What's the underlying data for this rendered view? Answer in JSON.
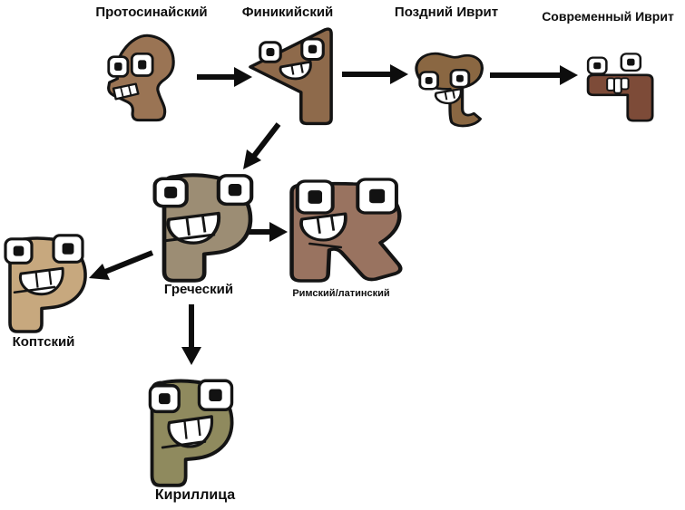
{
  "diagram": {
    "background": "#ffffff",
    "outline_color": "#141414",
    "eye_white": "#ffffff",
    "pupil_color": "#121212",
    "tooth_color": "#ffffff",
    "arrow_color": "#0d0d0d"
  },
  "characters": [
    {
      "id": "proto-sinaitic",
      "label": "Протосинайский",
      "color": "#9a7454"
    },
    {
      "id": "phoenician",
      "label": "Финикийский",
      "color": "#8e6a4b"
    },
    {
      "id": "late-hebrew",
      "label": "Поздний Иврит",
      "color": "#8a6742"
    },
    {
      "id": "modern-hebrew",
      "label": "Современный Иврит",
      "color": "#7d4b38"
    },
    {
      "id": "greek",
      "label": "Греческий",
      "color": "#9c8d74"
    },
    {
      "id": "roman-latin",
      "label": "Римский/латинский",
      "color": "#997360"
    },
    {
      "id": "coptic",
      "label": "Коптский",
      "color": "#c7a87e"
    },
    {
      "id": "cyrillic",
      "label": "Кириллица",
      "color": "#8f8a5e"
    }
  ],
  "arrows": [
    {
      "from": "proto-sinaitic",
      "to": "phoenician"
    },
    {
      "from": "phoenician",
      "to": "late-hebrew"
    },
    {
      "from": "late-hebrew",
      "to": "modern-hebrew"
    },
    {
      "from": "phoenician",
      "to": "greek"
    },
    {
      "from": "greek",
      "to": "roman-latin"
    },
    {
      "from": "greek",
      "to": "coptic"
    },
    {
      "from": "greek",
      "to": "cyrillic"
    }
  ]
}
